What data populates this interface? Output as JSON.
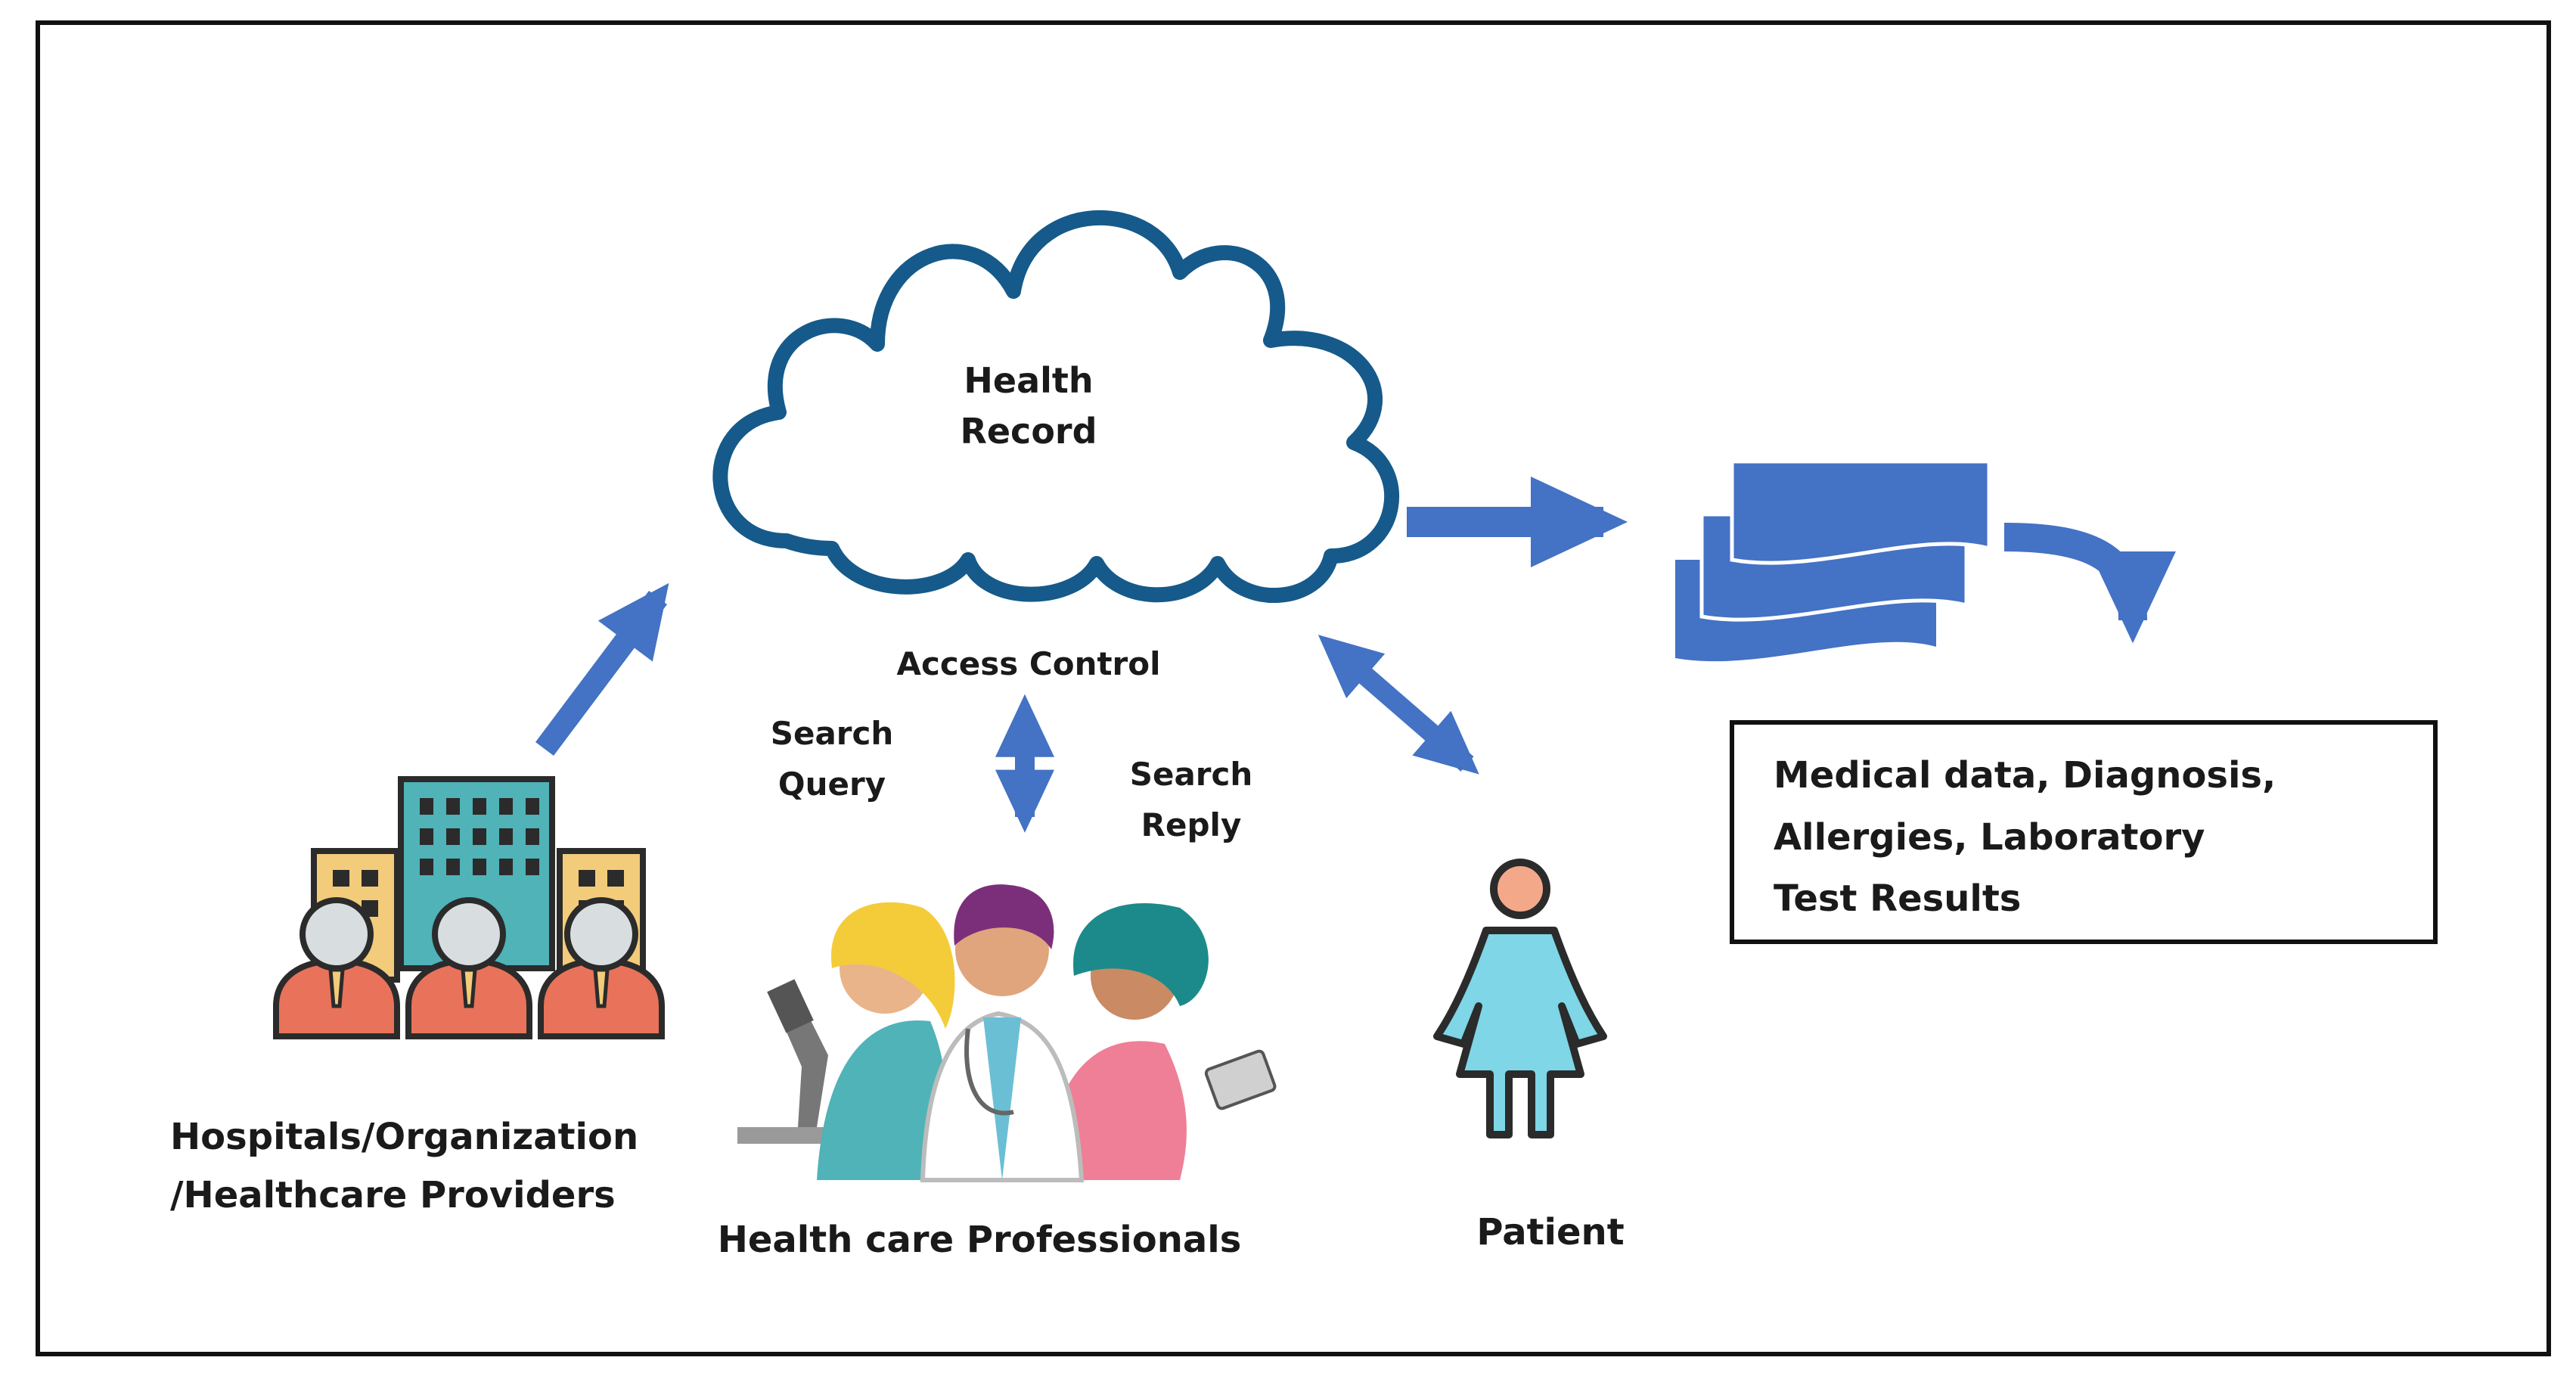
{
  "cloud": {
    "title": "Health\nRecord"
  },
  "access_control": "Access Control",
  "search_query": "Search\nQuery",
  "search_reply": "Search\nReply",
  "hospitals": "Hospitals/Organization\n/Healthcare Providers",
  "professionals": "Health care Professionals",
  "patient": "Patient",
  "result_box": "Medical data, Diagnosis, Allergies, Laboratory Test Results",
  "colors": {
    "arrow": "#4472c4",
    "cloud_stroke": "#155a8a",
    "documents": "#4472c4"
  }
}
